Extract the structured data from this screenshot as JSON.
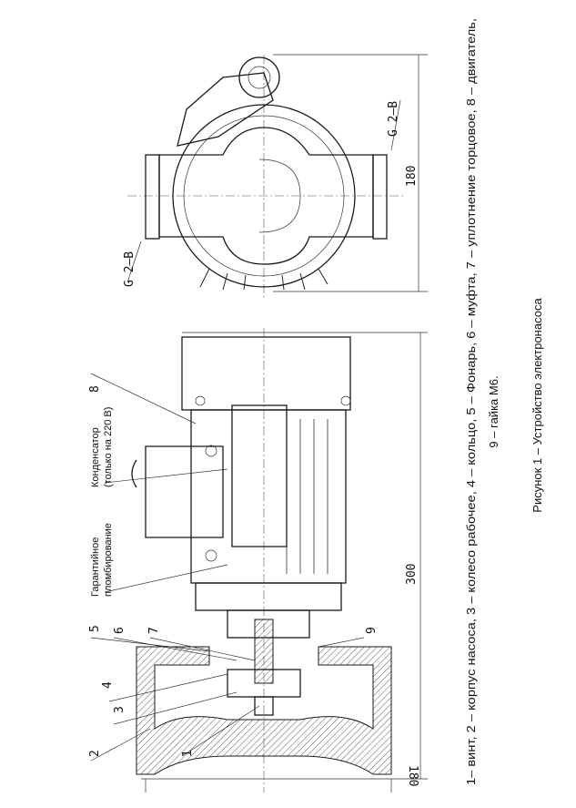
{
  "figure": {
    "legend_line1": "1– винт, 2 – корпус насоса, 3 – колесо рабочее, 4 – кольцо, 5 – Фонарь, 6 – муфта, 7 – уплотнение торцовое, 8 – двигатель,",
    "legend_line2": "9 – гайка М6.",
    "caption": "Рисунок 1 – Устройство электронасоса"
  },
  "drawing": {
    "parts": [
      "1",
      "2",
      "3",
      "4",
      "5",
      "6",
      "7",
      "8",
      "9"
    ],
    "note_seal_line1": "Гарантийное",
    "note_seal_line2": "пломбирование",
    "note_capacitor_line1": "Конденсатор",
    "note_capacitor_line2": "(только на 220 В)",
    "dim_height_side": "180",
    "dim_length": "300",
    "dim_height_top": "180",
    "thread_left": "G 2–B",
    "thread_right": "G 2–B"
  }
}
